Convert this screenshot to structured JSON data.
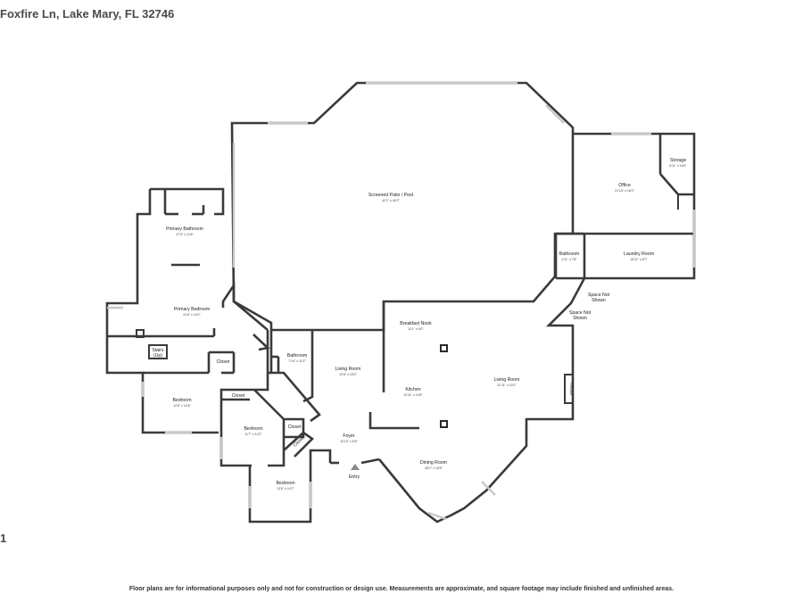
{
  "header": {
    "address": "Foxfire Ln, Lake Mary, FL 32746"
  },
  "floor_label": "1",
  "disclaimer": "Floor plans are for informational purposes only and not for construction or design use. Measurements are approximate, and square footage may include finished and unfinished areas.",
  "rooms": {
    "patio": {
      "name": "Screened Patio / Pool",
      "dim": "42'1\" x 45'2\""
    },
    "office": {
      "name": "Office",
      "dim": "21'10\" x 18'2\""
    },
    "storage": {
      "name": "Storage",
      "dim": "5'11\" x 16'9\""
    },
    "laundry": {
      "name": "Laundry Room",
      "dim": "18'11\" x 8'7\""
    },
    "bath_right": {
      "name": "Bathroom",
      "dim": "4'11\" x 7'8\""
    },
    "space1": {
      "name1": "Space Not",
      "name2": "Shown"
    },
    "space2": {
      "name1": "Space Not",
      "name2": "Shown"
    },
    "primary_bath": {
      "name": "Primary Bathroom",
      "dim": "17'0\" x 13'6\""
    },
    "primary_bed": {
      "name": "Primary Bedroom",
      "dim": "24'6\" x 19'2\""
    },
    "stairs": {
      "name1": "Stairs",
      "name2": "(Up)"
    },
    "closet_a": {
      "name": "Closet"
    },
    "closet_b": {
      "name": "Closet"
    },
    "closet_c": {
      "name": "Closet"
    },
    "closet_d": {
      "name": "Closet"
    },
    "bath_mid": {
      "name": "Bathroom",
      "dim": "7'10\" x 11'0\""
    },
    "living_left": {
      "name": "Living Room",
      "dim": "12'6\" x 15'0\""
    },
    "breakfast": {
      "name": "Breakfast Nook",
      "dim": "11'1\" x 9'0\""
    },
    "kitchen": {
      "name": "Kitchen",
      "dim": "13'11\" x 12'6\""
    },
    "living_right": {
      "name": "Living Room",
      "dim": "22'11\" x 24'1\""
    },
    "fireplace": {
      "name": "Fireplace"
    },
    "bed1": {
      "name": "Bedroom",
      "dim": "12'6\" x 10'6\""
    },
    "bed2": {
      "name": "Bedroom",
      "dim": "11'7\" x 12'2\""
    },
    "bed3": {
      "name": "Bedroom",
      "dim": "13'6\" x 14'7\""
    },
    "foyer": {
      "name": "Foyer",
      "dim": "12'10\" x 8'6\""
    },
    "dining": {
      "name": "Dining Room",
      "dim": "28'1\" x 18'5\""
    },
    "entry": {
      "name": "Entry"
    }
  },
  "colors": {
    "wall": "#3a3a3a",
    "window": "#c8c8c8",
    "patio_fill": "#eeeeee",
    "text": "#222222"
  }
}
